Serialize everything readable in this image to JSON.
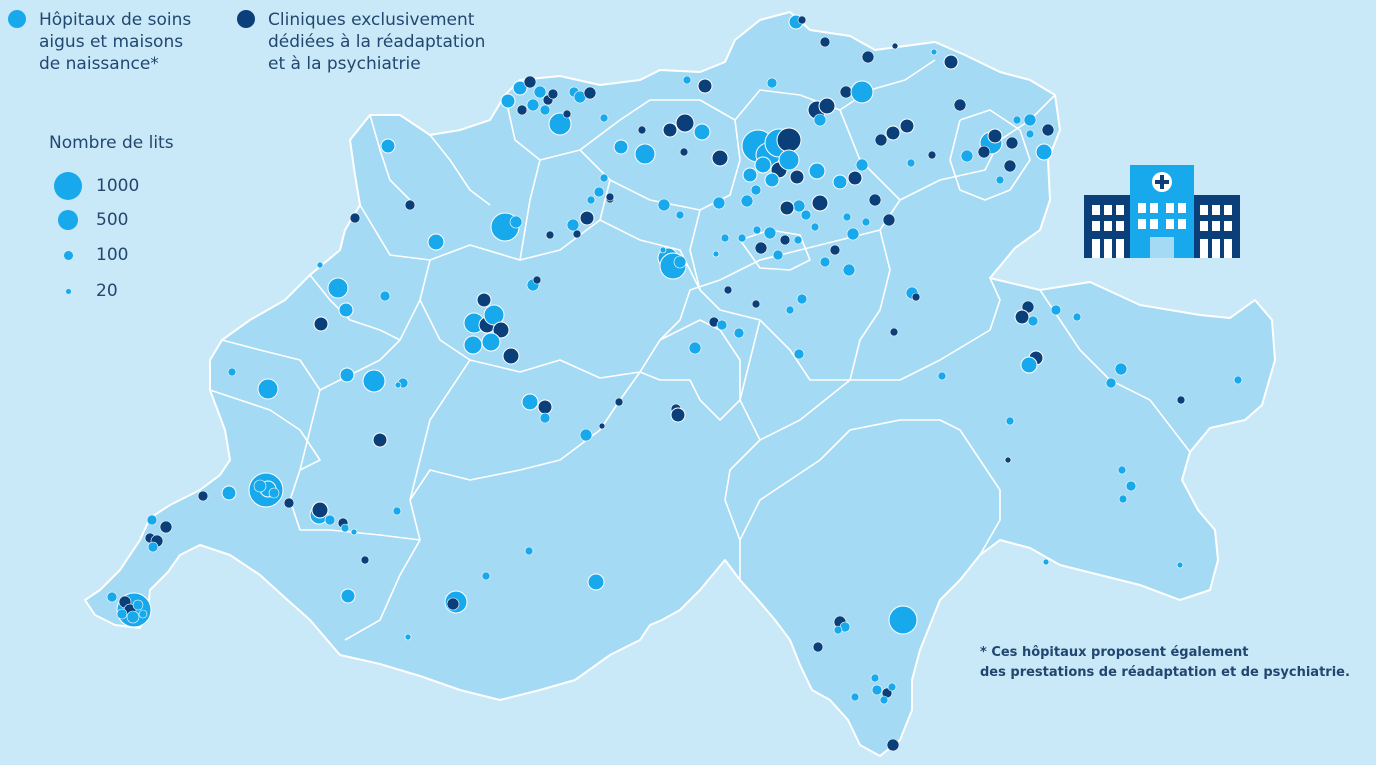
{
  "legend": {
    "acute": {
      "label": "Hôpitaux de soins\naigus et maisons\nde naissance*",
      "color": "#18a9ec"
    },
    "rehab": {
      "label": "Cliniques exclusivement\ndédiées à la réadaptation\net à la psychiatrie",
      "color": "#0b3f7a"
    }
  },
  "size_legend": {
    "title": "Nombre de lits",
    "items": [
      {
        "label": "1000",
        "beds": 1000
      },
      {
        "label": "500",
        "beds": 500
      },
      {
        "label": "100",
        "beds": 100
      },
      {
        "label": "20",
        "beds": 20
      }
    ]
  },
  "footnote": "* Ces hôpitaux proposent également\ndes prestations de réadaptation et de psychiatrie.",
  "icon": "hospital-building-icon",
  "colors": {
    "background": "#c9e9f8",
    "land": "#a4daf4",
    "borders": "#ffffff",
    "acute": "#18a9ec",
    "rehab": "#0b3f7a"
  }
}
